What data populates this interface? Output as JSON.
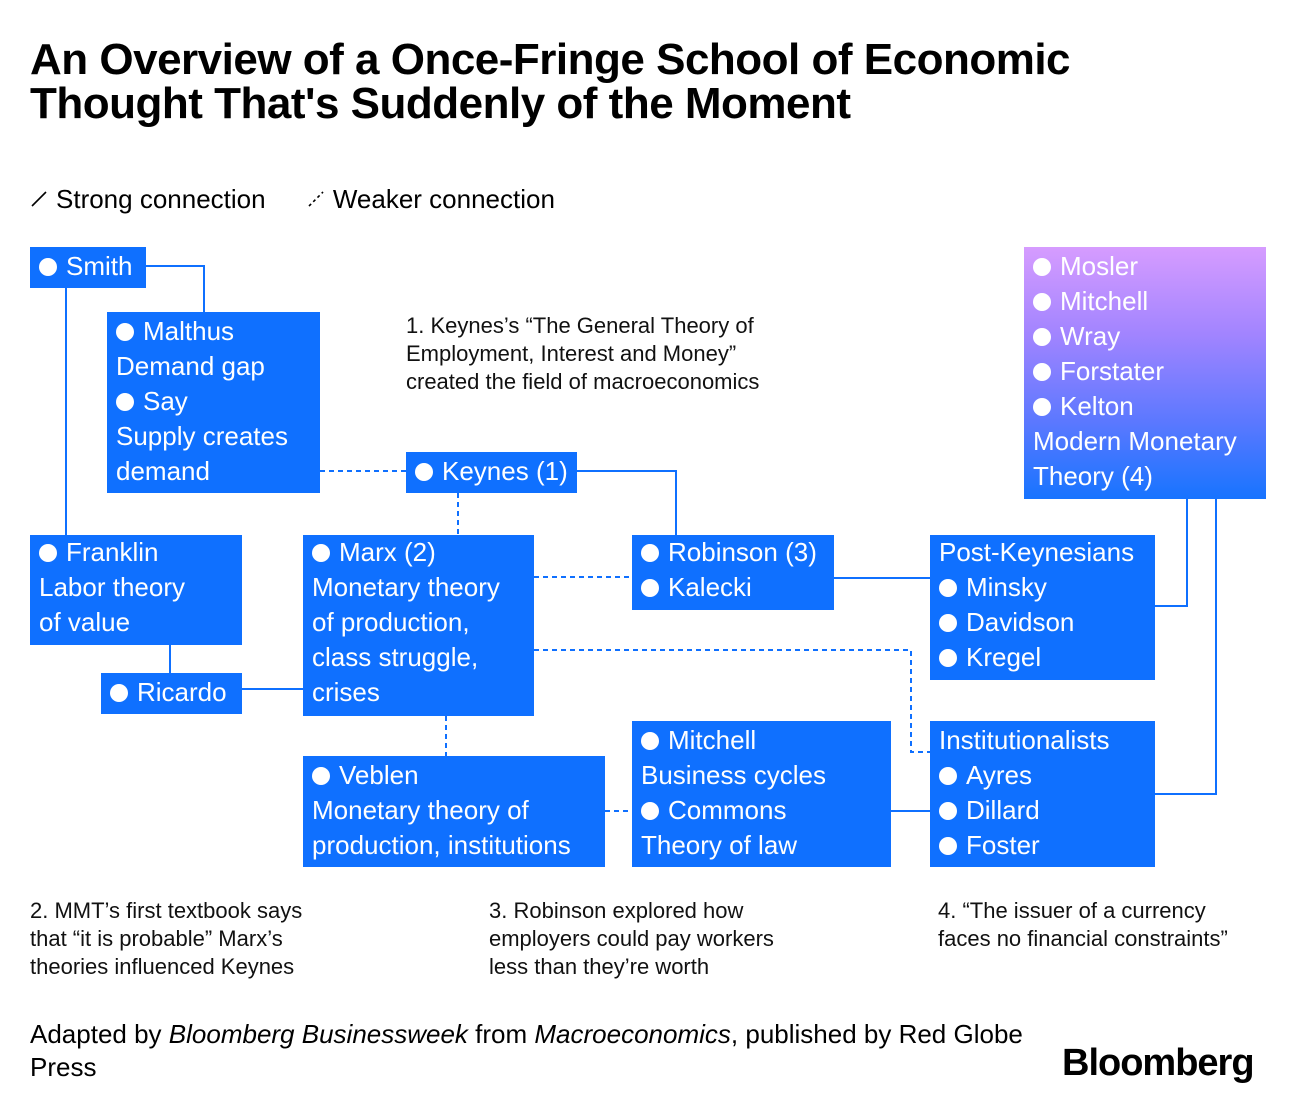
{
  "title": {
    "line1": "An Overview of a Once-Fringe School of Economic",
    "line2": "Thought That's Suddenly of the Moment"
  },
  "legend": {
    "strong": "Strong connection",
    "weak": "Weaker connection"
  },
  "nodes": {
    "smith": {
      "name": "Smith"
    },
    "malthus_say": {
      "name1": "Malthus",
      "desc1": "Demand gap",
      "name2": "Say",
      "desc2a": "Supply creates",
      "desc2b": "demand"
    },
    "keynes": {
      "name": "Keynes (1)"
    },
    "franklin": {
      "name": "Franklin",
      "desc1": "Labor theory",
      "desc2": "of value"
    },
    "ricardo": {
      "name": "Ricardo"
    },
    "marx": {
      "name": "Marx (2)",
      "desc1": "Monetary theory",
      "desc2": "of production,",
      "desc3": "class struggle,",
      "desc4": "crises"
    },
    "robinson_kalecki": {
      "name1": "Robinson (3)",
      "name2": "Kalecki"
    },
    "post_keynesians": {
      "heading": "Post-Keynesians",
      "names": [
        "Minsky",
        "Davidson",
        "Kregel"
      ]
    },
    "mmt": {
      "names": [
        "Mosler",
        "Mitchell",
        "Wray",
        "Forstater",
        "Kelton"
      ],
      "desc1": "Modern Monetary",
      "desc2": "Theory (4)"
    },
    "veblen": {
      "name": "Veblen",
      "desc1": "Monetary theory of",
      "desc2": "production, institutions"
    },
    "mitchell_commons": {
      "name1": "Mitchell",
      "desc1": "Business cycles",
      "name2": "Commons",
      "desc2": "Theory of law"
    },
    "institutionalists": {
      "heading": "Institutionalists",
      "names": [
        "Ayres",
        "Dillard",
        "Foster"
      ]
    }
  },
  "notes": {
    "n1": [
      "1. Keynes’s “The General Theory of",
      "Employment, Interest and Money”",
      "created the field of macroeconomics"
    ],
    "n2": [
      "2. MMT’s first textbook says",
      "that “it is probable” Marx’s",
      "theories influenced Keynes"
    ],
    "n3": [
      "3. Robinson explored how",
      "employers could pay workers",
      "less than they’re worth"
    ],
    "n4": [
      "4. “The issuer of a currency",
      "faces no financial constraints”"
    ]
  },
  "source": {
    "prefix": "Adapted by ",
    "pub1": "Bloomberg Businessweek",
    "mid": " from ",
    "pub2": "Macroeconomics",
    "suffix": ", published by Red Globe Press"
  },
  "logo": "Bloomberg",
  "colors": {
    "box": "#0f70ff",
    "line": "#0f70ff",
    "mmt_top": "#d69cff",
    "mmt_bottom": "#1774ff"
  }
}
